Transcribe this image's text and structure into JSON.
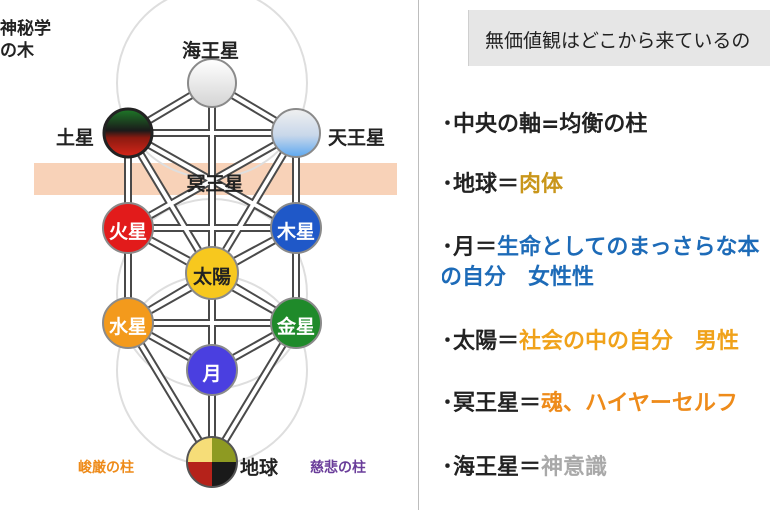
{
  "corner_title": {
    "line1": "神秘学",
    "line2": "の木"
  },
  "header": {
    "text": "無価値観はどこから来ているの"
  },
  "band_label": "冥王星",
  "nodes": {
    "neptune": {
      "label": "海王星"
    },
    "saturn": {
      "label": "土星"
    },
    "uranus": {
      "label": "天王星"
    },
    "mars": {
      "label": "火星"
    },
    "jupiter": {
      "label": "木星"
    },
    "sun": {
      "label": "太陽"
    },
    "mercury": {
      "label": "水星"
    },
    "venus": {
      "label": "金星"
    },
    "moon": {
      "label": "月"
    },
    "earth": {
      "label": "地球"
    }
  },
  "pillars": {
    "left": "峻厳の柱",
    "right": "慈悲の柱"
  },
  "colors": {
    "mars": "#e21b1b",
    "jupiter": "#1f58c8",
    "sun": "#f7c81e",
    "mercury": "#f39a1c",
    "venus": "#1f8a2a",
    "moon": "#4a3fe0",
    "pluto_band": "#f8d2b8",
    "meat": "#c9961a",
    "blue_text": "#1d6bb8",
    "orange_text": "#f0a21a",
    "soul_text": "#ee8b1a",
    "gray_text": "#a9a9a9",
    "severity": "#ee8b1a",
    "mercy": "#6a3d9a"
  },
  "list": [
    {
      "prefix": "･中央の軸=均衡の柱",
      "value": ""
    },
    {
      "prefix": "･地球＝",
      "value": "肉体"
    },
    {
      "prefix": "･月＝",
      "value": "生命としてのまっさらな本",
      "cont": "の自分　女性性"
    },
    {
      "prefix": "･太陽＝",
      "value": "社会の中の自分　男性"
    },
    {
      "prefix": "･冥王星＝",
      "value": "魂、ハイヤーセルフ"
    },
    {
      "prefix": "･海王星＝",
      "value": "神意識"
    }
  ]
}
